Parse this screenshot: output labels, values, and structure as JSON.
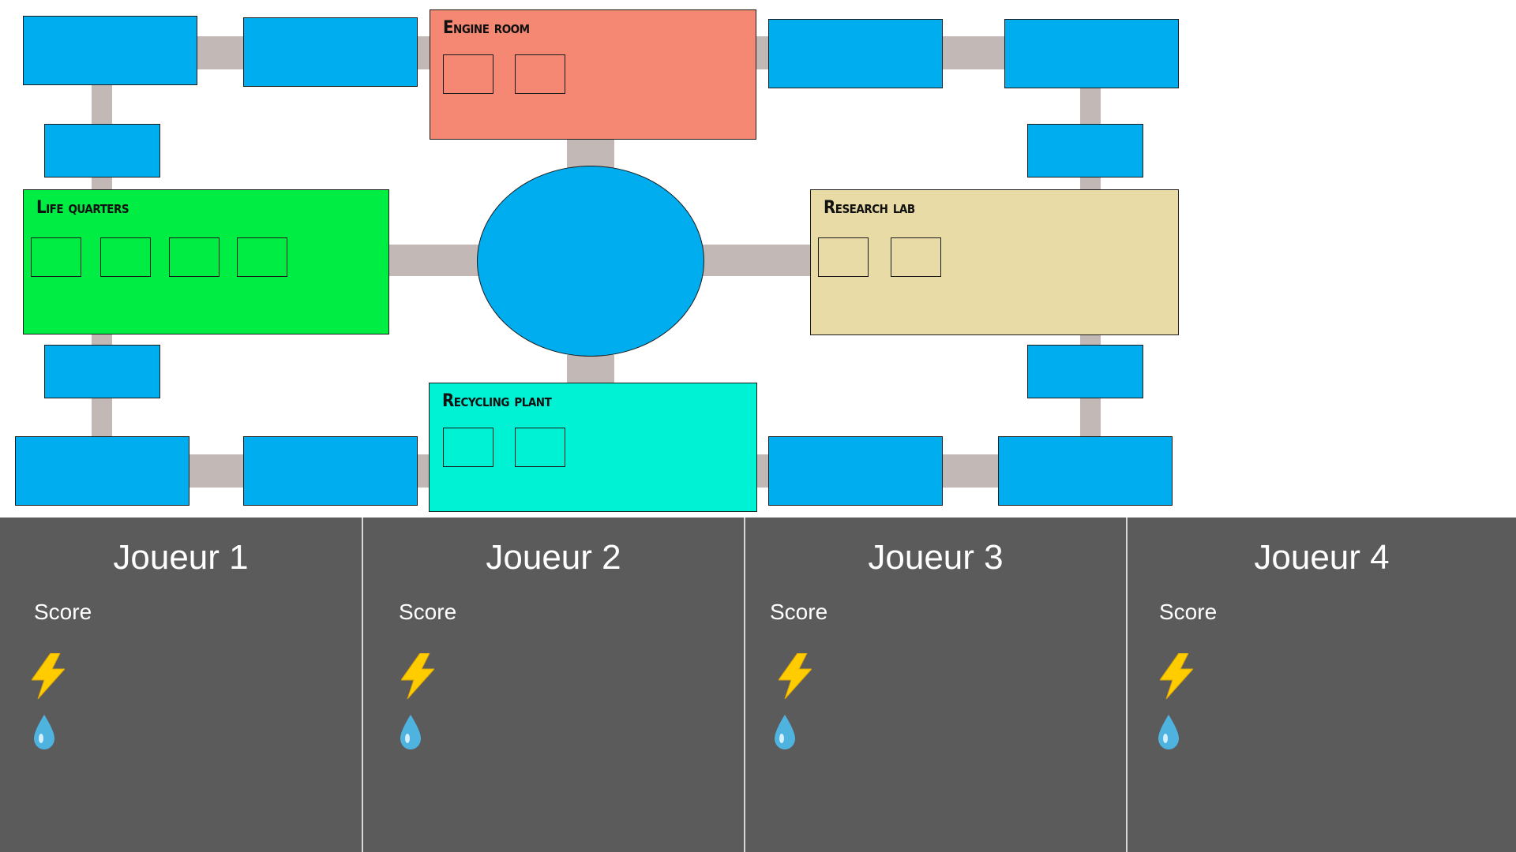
{
  "board": {
    "rooms": [
      {
        "id": "engine-room",
        "title": "Engine room",
        "color": "#f58873",
        "slots": 2
      },
      {
        "id": "life-quarters",
        "title": "Life quarters",
        "color": "#00ee44",
        "slots": 4
      },
      {
        "id": "research-lab",
        "title": "Research lab",
        "color": "#e8dba5",
        "slots": 2
      },
      {
        "id": "recycling-plant",
        "title": "Recycling plant",
        "color": "#00f2d4",
        "slots": 2
      }
    ],
    "node_color": "#00adef",
    "corridor_color": "#c2b8b6"
  },
  "players": [
    {
      "name": "Joueur 1",
      "score_label": "Score",
      "energy_icon": "lightning-icon",
      "water_icon": "water-drop-icon"
    },
    {
      "name": "Joueur 2",
      "score_label": "Score",
      "energy_icon": "lightning-icon",
      "water_icon": "water-drop-icon"
    },
    {
      "name": "Joueur 3",
      "score_label": "Score",
      "energy_icon": "lightning-icon",
      "water_icon": "water-drop-icon"
    },
    {
      "name": "Joueur 4",
      "score_label": "Score",
      "energy_icon": "lightning-icon",
      "water_icon": "water-drop-icon"
    }
  ],
  "colors": {
    "panel_bg": "#5b5b5b",
    "divider": "#d8d8d8",
    "lightning": "#ffcc00",
    "water": "#4fb3e0"
  }
}
